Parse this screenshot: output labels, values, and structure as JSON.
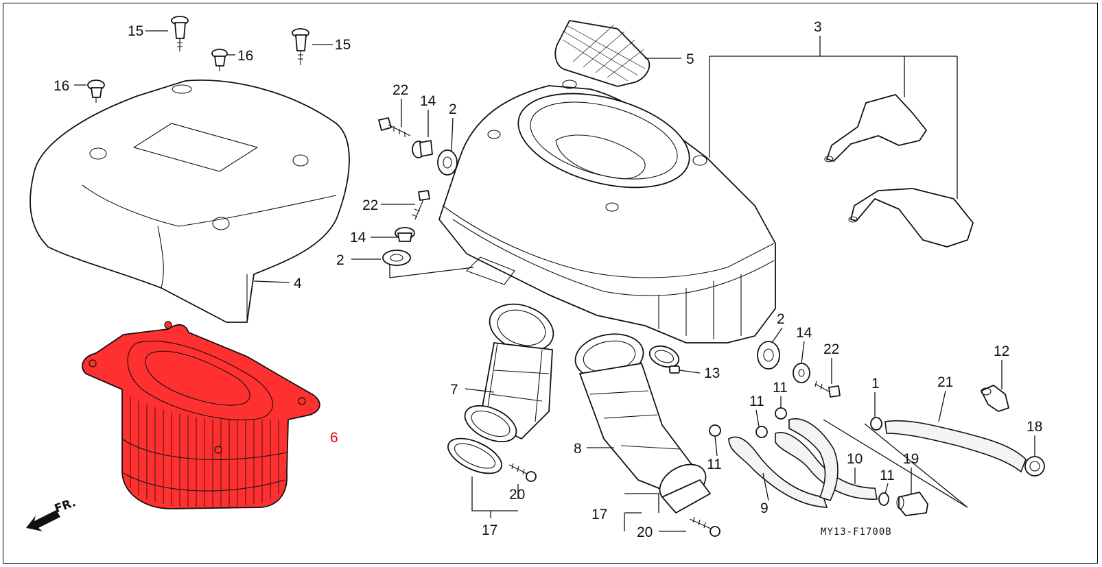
{
  "diagram": {
    "code": "MY13-F1700B",
    "direction_label": "FR.",
    "highlight_color": "#ff3030",
    "highlighted_part": "6"
  },
  "callouts": {
    "c15a": "15",
    "c15b": "15",
    "c16a": "16",
    "c16b": "16",
    "c3": "3",
    "c5": "5",
    "c4": "4",
    "c6": "6",
    "c22a": "22",
    "c14a": "14",
    "c2a": "2",
    "c22b": "22",
    "c14b": "14",
    "c2b": "2",
    "c2c": "2",
    "c14c": "14",
    "c22c": "22",
    "c12": "12",
    "c13": "13",
    "c7": "7",
    "c8": "8",
    "c1": "1",
    "c21": "21",
    "c18": "18",
    "c11a": "11",
    "c11b": "11",
    "c11c": "11",
    "c11d": "11",
    "c10": "10",
    "c19": "19",
    "c9": "9",
    "c20a": "20",
    "c20b": "20",
    "c17a": "17",
    "c17b": "17"
  }
}
